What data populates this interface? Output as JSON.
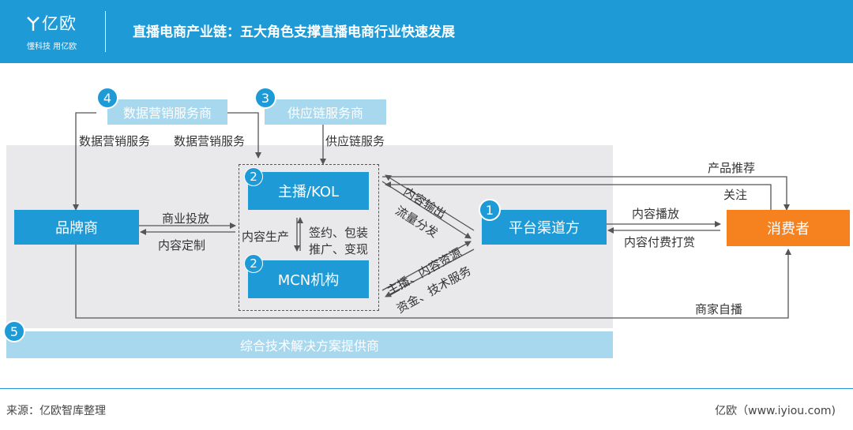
{
  "header": {
    "logo_text": "亿欧",
    "logo_slogan": "懂科技 用亿欧",
    "title": "直播电商产业链：五大角色支撑直播电商行业快速发展"
  },
  "nodes": {
    "data_marketing": {
      "label": "数据营销服务商",
      "badge": "4"
    },
    "supply_chain": {
      "label": "供应链服务商",
      "badge": "3"
    },
    "anchor_kol": {
      "label": "主播/KOL",
      "badge": "2"
    },
    "mcn": {
      "label": "MCN机构",
      "badge": "2"
    },
    "brand": {
      "label": "品牌商"
    },
    "platform": {
      "label": "平台渠道方",
      "badge": "1"
    },
    "consumer": {
      "label": "消费者"
    },
    "tech_solution": {
      "label": "综合技术解决方案提供商",
      "badge": "5"
    }
  },
  "edges": {
    "data_service_left": "数据营销服务",
    "data_service_right": "数据营销服务",
    "supply_service": "供应链服务",
    "commercial_investment": "商业投放",
    "content_customization": "内容定制",
    "content_production": "内容生产",
    "sign_package": "签约、包装",
    "promote_monetize": "推广、变现",
    "content_output": "内容输出",
    "traffic_distribution": "流量分发",
    "anchor_content_resources": "主播、内容资源",
    "funds_tech_services": "资金、技术服务",
    "product_recommendation": "产品推荐",
    "follow": "关注",
    "content_playback": "内容播放",
    "content_paid_reward": "内容付费打赏",
    "merchant_self_broadcast": "商家自播"
  },
  "footer": {
    "source": "来源：亿欧智库整理",
    "credit": "亿欧（www.iyiou.com)"
  },
  "colors": {
    "primary_blue": "#1e9bd7",
    "light_blue": "#a8d8ee",
    "orange": "#f5821f",
    "panel_gray": "#e9e9ec"
  }
}
